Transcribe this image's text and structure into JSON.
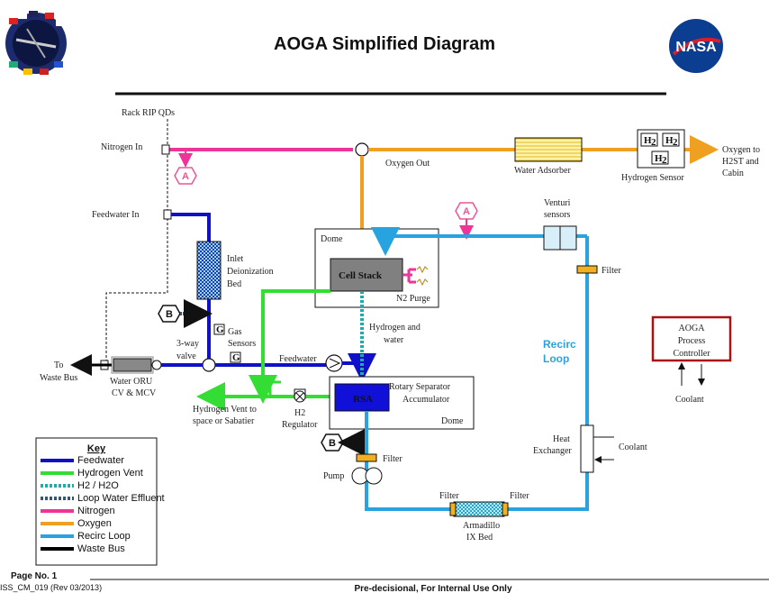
{
  "title": "AOGA Simplified Diagram",
  "colors": {
    "feedwater": "#1010c8",
    "hydrogen_vent": "#33dd33",
    "h2_h2o": "#22aaaa",
    "loop_water_effluent": "#335577",
    "nitrogen": "#ee3399",
    "oxygen": "#f0a020",
    "recirc_loop": "#29a3e0",
    "waste_bus": "#000000",
    "controller_border": "#aa1111",
    "rsa_fill": "#1010d8",
    "cell_stack_fill": "#808080"
  },
  "labels": {
    "rack_rip": "Rack RIP QDs",
    "nitrogen_in": "Nitrogen In",
    "oxygen_out": "Oxygen Out",
    "water_adsorber": "Water Adsorber",
    "h2_symbol": "H",
    "h2_sub": "2",
    "hydrogen_sensor": "Hydrogen Sensor",
    "oxygen_to_1": "Oxygen to",
    "oxygen_to_2": "H2ST and",
    "oxygen_to_3": "Cabin",
    "feedwater_in": "Feedwater In",
    "inlet_1": "Inlet",
    "inlet_2": "Deionization",
    "inlet_3": "Bed",
    "dome_top": "Dome",
    "cell_stack": "Cell Stack",
    "n2_purge": "N2 Purge",
    "venturi_1": "Venturi",
    "venturi_2": "sensors",
    "filter": "Filter",
    "gas_1": "Gas",
    "gas_2": "Sensors",
    "g": "G",
    "hydrogen_and_1": "Hydrogen and",
    "hydrogen_and_2": "water",
    "three_way_1": "3-way",
    "three_way_2": "valve",
    "feedwater": "Feedwater",
    "to_waste_1": "To",
    "to_waste_2": "Waste Bus",
    "water_oru_1": "Water ORU",
    "water_oru_2": "CV & MCV",
    "rsa": "RSA",
    "rotary_1": "Rotary Separator",
    "rotary_2": "Accumulator",
    "dome_bottom": "Dome",
    "h2_vent_1": "Hydrogen Vent to",
    "h2_vent_2": "space or Sabatier",
    "h2_reg_1": "H2",
    "h2_reg_2": "Regulator",
    "recirc_1": "Recirc",
    "recirc_2": "Loop",
    "aoga_1": "AOGA",
    "aoga_2": "Process",
    "aoga_3": "Controller",
    "coolant": "Coolant",
    "heat_1": "Heat",
    "heat_2": "Exchanger",
    "pump": "Pump",
    "armadillo_1": "Armadillo",
    "armadillo_2": "IX Bed",
    "marker_a": "A",
    "marker_b": "B"
  },
  "key": {
    "title": "Key",
    "items": [
      {
        "label": "Feedwater",
        "style": "feedwater"
      },
      {
        "label": "Hydrogen Vent",
        "style": "hydrogen_vent"
      },
      {
        "label": "H2 / H2O",
        "style": "h2_h2o"
      },
      {
        "label": "Loop Water Effluent",
        "style": "loop_water_effluent"
      },
      {
        "label": "Nitrogen",
        "style": "nitrogen"
      },
      {
        "label": "Oxygen",
        "style": "oxygen"
      },
      {
        "label": "Recirc Loop",
        "style": "recirc_loop"
      },
      {
        "label": "Waste Bus",
        "style": "waste_bus"
      }
    ]
  },
  "footer": {
    "page": "Page No. 1",
    "doc": "ISS_CM_019 (Rev 03/2013)",
    "notice": "Pre-decisional, For Internal Use Only"
  }
}
